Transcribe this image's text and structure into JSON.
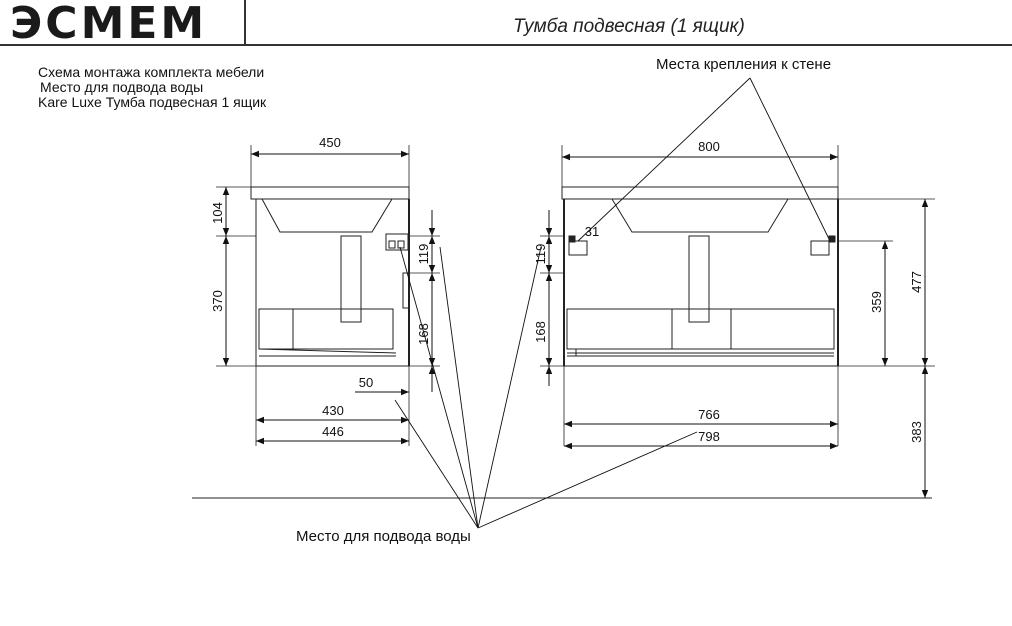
{
  "header": {
    "logo_text": "ЭСМЕМ",
    "title": "Тумба подвесная (1 ящик)"
  },
  "notes": [
    "Схема монтажа комплекта мебели",
    "Место для подвода воды",
    "Kare Luxe Тумба подвесная 1 ящик"
  ],
  "labels": {
    "wall_mount": "Места крепления к стене",
    "water_supply": "Место для подвода воды"
  },
  "dimensions": {
    "side_width": "450",
    "side_top_height": "104",
    "side_body_height": "370",
    "side_inner_upper": "119",
    "side_inner_lower": "168",
    "side_offset": "50",
    "side_depth_inner": "430",
    "side_depth_outer": "446",
    "front_width": "800",
    "front_inner_upper": "119",
    "front_inner_lower": "168",
    "front_bracket_offset": "31",
    "front_mount_height": "359",
    "front_total_height": "477",
    "front_inner_width": "766",
    "front_outer_width": "798",
    "floor_clearance": "383"
  }
}
